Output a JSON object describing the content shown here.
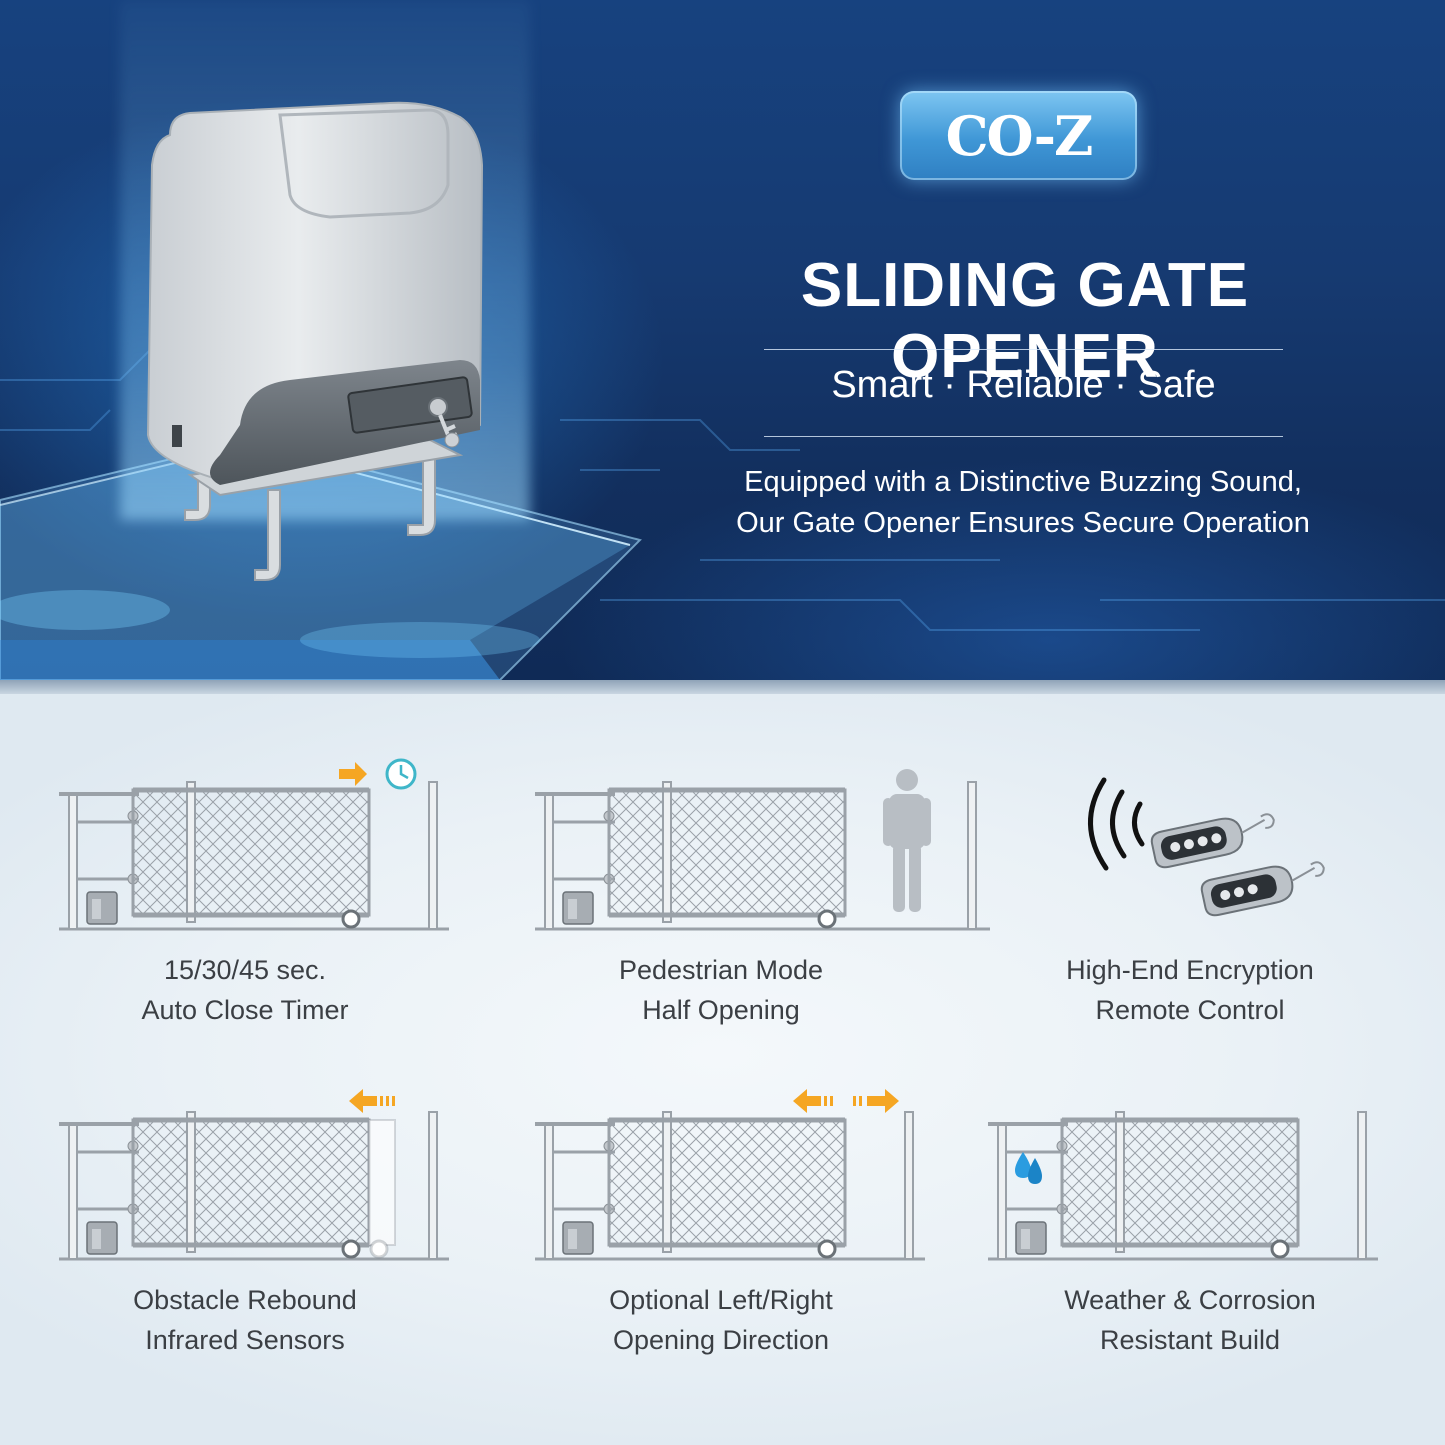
{
  "hero": {
    "brand": "CO-Z",
    "title": "SLIDING GATE OPENER",
    "tagline": "Smart · Reliable · Safe",
    "description_line1": "Equipped with a Distinctive Buzzing Sound,",
    "description_line2": "Our Gate Opener Ensures Secure Operation"
  },
  "features": [
    {
      "line1": "15/30/45 sec.",
      "line2": "Auto Close Timer",
      "icon": "clock-icon"
    },
    {
      "line1": "Pedestrian Mode",
      "line2": "Half Opening",
      "icon": "person-icon"
    },
    {
      "line1": "High-End Encryption",
      "line2": "Remote Control",
      "icon": "remote-key-fob-icon"
    },
    {
      "line1": "Obstacle Rebound",
      "line2": "Infrared Sensors",
      "icon": "rebound-arrow-icon"
    },
    {
      "line1": "Optional Left/Right",
      "line2": "Opening Direction",
      "icon": "bidirectional-arrow-icon"
    },
    {
      "line1": "Weather & Corrosion",
      "line2": "Resistant Build",
      "icon": "water-drops-icon"
    }
  ],
  "colors": {
    "hero_bg": "#163a71",
    "accent_blue": "#3f97d6",
    "arrow_orange": "#f5a623",
    "caption_text": "#3b3f44",
    "gate_gray": "#9aa1a8"
  }
}
